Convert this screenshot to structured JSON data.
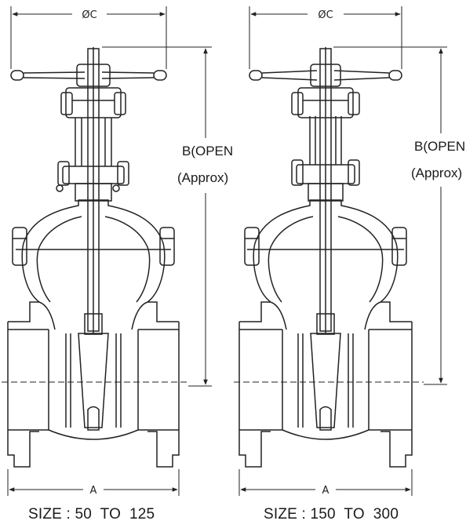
{
  "views": [
    {
      "caption": "SIZE : 50  TO  125",
      "dim_a": "A",
      "dim_c": "ØC",
      "dim_b_line1": "B(OPEN",
      "dim_b_line2": "(Approx)"
    },
    {
      "caption": "SIZE : 150  TO  300",
      "dim_a": "A",
      "dim_c": "ØC",
      "dim_b_line1": "B(OPEN",
      "dim_b_line2": "(Approx)"
    }
  ]
}
